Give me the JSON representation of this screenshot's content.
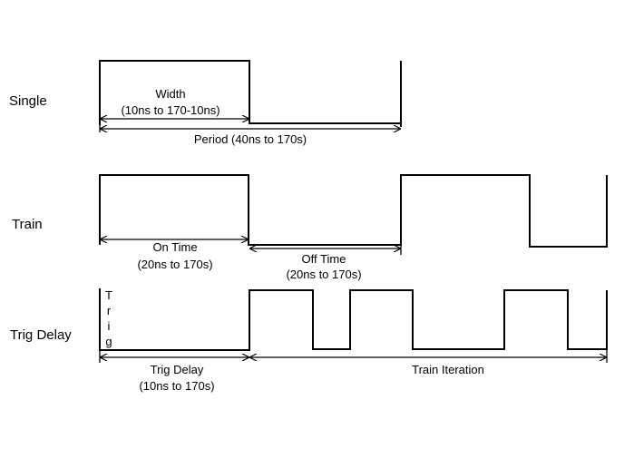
{
  "diagram": {
    "single": {
      "label": "Single",
      "width_label_1": "Width",
      "width_label_2": "(10ns to 170-10ns)",
      "period_label": "Period (40ns to 170s)"
    },
    "train": {
      "label": "Train",
      "on_time_1": "On Time",
      "on_time_2": "(20ns to 170s)",
      "off_time_1": "Off Time",
      "off_time_2": "(20ns to 170s)"
    },
    "trig": {
      "label": "Trig Delay",
      "trig_chars": [
        "T",
        "r",
        "i",
        "g"
      ],
      "delay_1": "Trig Delay",
      "delay_2": "(10ns to 170s)",
      "iteration_label": "Train Iteration"
    },
    "colors": {
      "line": "#000000",
      "background": "#ffffff"
    }
  }
}
